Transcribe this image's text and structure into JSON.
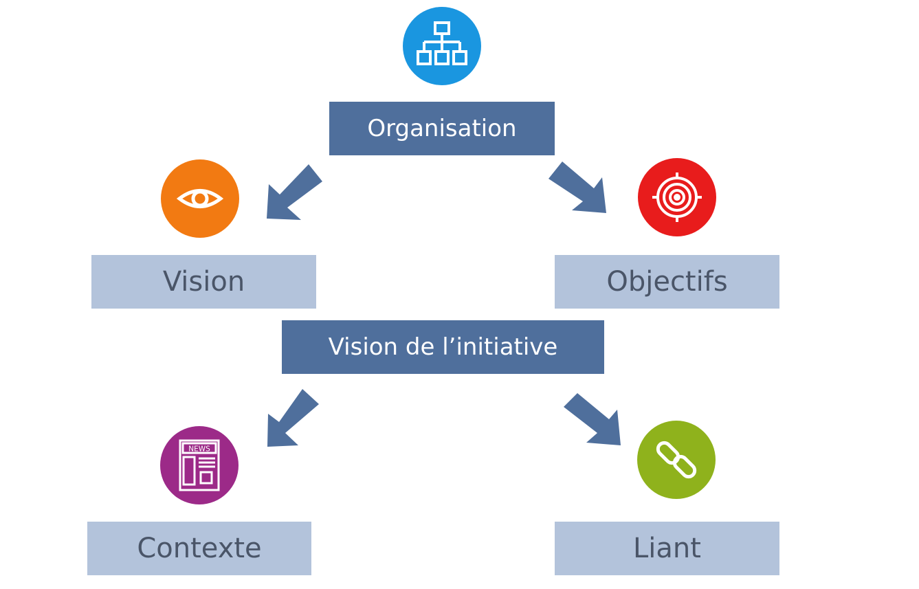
{
  "nodes": {
    "organisation": {
      "label": "Organisation",
      "icon": "org-chart-icon",
      "color": "#1a96e0"
    },
    "vision": {
      "label": "Vision",
      "icon": "eye-icon",
      "color": "#f27a12"
    },
    "objectifs": {
      "label": "Objectifs",
      "icon": "target-icon",
      "color": "#e81c1c"
    },
    "vision_initiative": {
      "label": "Vision de l’initiative"
    },
    "contexte": {
      "label": "Contexte",
      "icon": "newspaper-icon",
      "color": "#9c2a88",
      "icon_text": "NEWS"
    },
    "liant": {
      "label": "Liant",
      "icon": "chain-link-icon",
      "color": "#8fb21c"
    }
  },
  "colors": {
    "primary_box": "#4f6f9c",
    "secondary_box": "#b3c3db",
    "arrow": "#4f6f9c"
  }
}
